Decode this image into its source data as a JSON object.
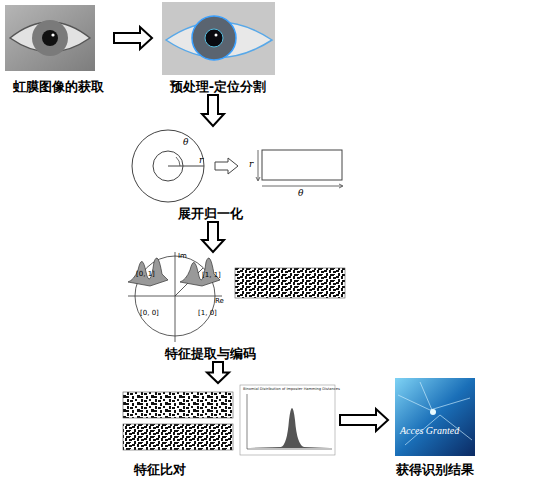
{
  "diagram": {
    "nodes": [
      {
        "text": [
          "虹膜图像的获取"
        ]
      },
      {
        "text": [
          "预处理-定位分割"
        ]
      },
      {
        "text": [
          "展开归一化"
        ]
      },
      {
        "text": [
          "特征提取与编码"
        ]
      },
      {
        "text": [
          "特征比对"
        ]
      },
      {
        "text": [
          "获得识别结果"
        ]
      }
    ],
    "edges": [
      {
        "from": 0,
        "to": 1,
        "arrow": "to"
      },
      {
        "from": 1,
        "to": 2,
        "arrow": "to"
      },
      {
        "from": 2,
        "to": 3,
        "arrow": "to"
      },
      {
        "from": 3,
        "to": 4,
        "arrow": "to"
      },
      {
        "from": 4,
        "to": 5,
        "arrow": "to"
      }
    ],
    "labels": [
      "θ",
      "r",
      "r",
      "θ",
      "Im",
      "Re",
      "[0, 1]",
      "[1, 1]",
      "[0, 0]",
      "[1, 0]",
      "Binomial Distribution of Imposter Hamming Distances",
      "Acces Granted"
    ]
  }
}
